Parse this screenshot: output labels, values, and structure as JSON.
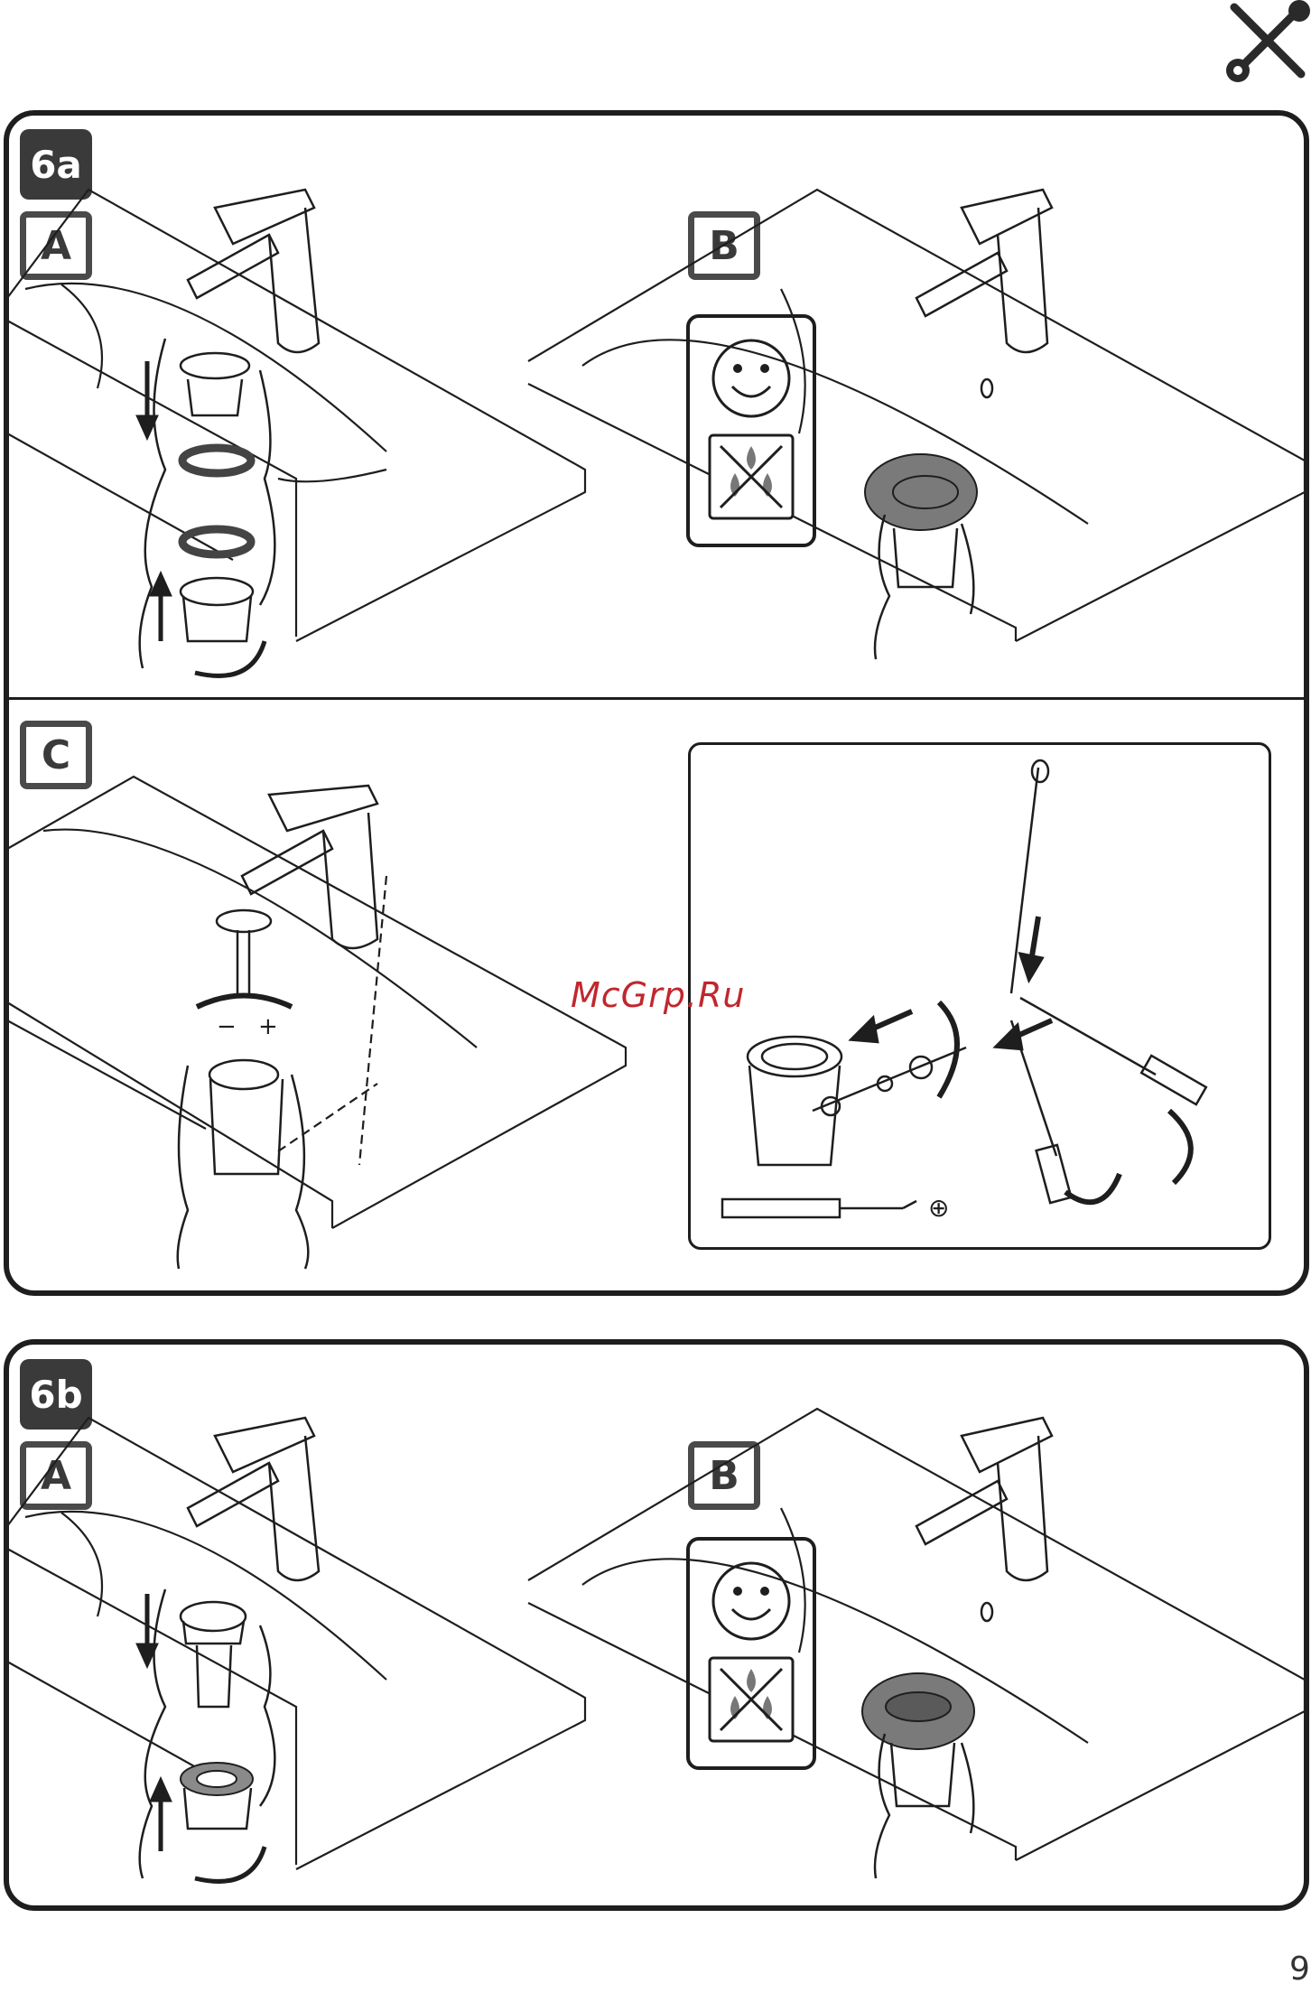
{
  "page": {
    "number": "9",
    "watermark": "McGrp.Ru"
  },
  "header": {
    "icon": "wrench-screwdriver-icon"
  },
  "sections": [
    {
      "tag": "6a",
      "steps": [
        {
          "label": "A"
        },
        {
          "label": "B",
          "indicators": [
            "smiley-face-icon",
            "no-leak-drops-icon"
          ]
        },
        {
          "label": "C"
        }
      ],
      "tool_legend": "⊕"
    },
    {
      "tag": "6b",
      "steps": [
        {
          "label": "A"
        },
        {
          "label": "B",
          "indicators": [
            "smiley-face-icon",
            "no-leak-drops-icon"
          ]
        }
      ]
    }
  ]
}
